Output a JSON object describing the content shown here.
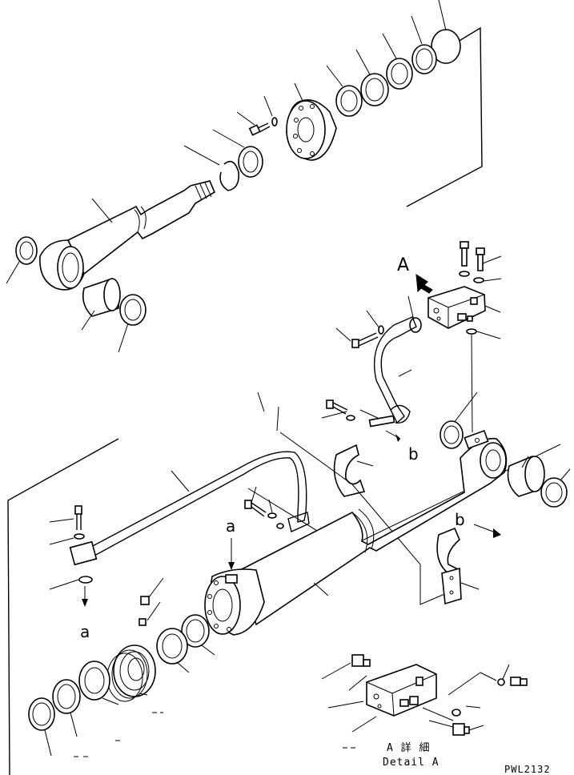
{
  "labels": {
    "view_a": "A",
    "ref_a": "a",
    "ref_a2": "a",
    "ref_b": "b",
    "ref_b2": "b",
    "detail_jp": "A 詳 細",
    "detail_en": "Detail A",
    "drawing_code": "PWL2132"
  }
}
